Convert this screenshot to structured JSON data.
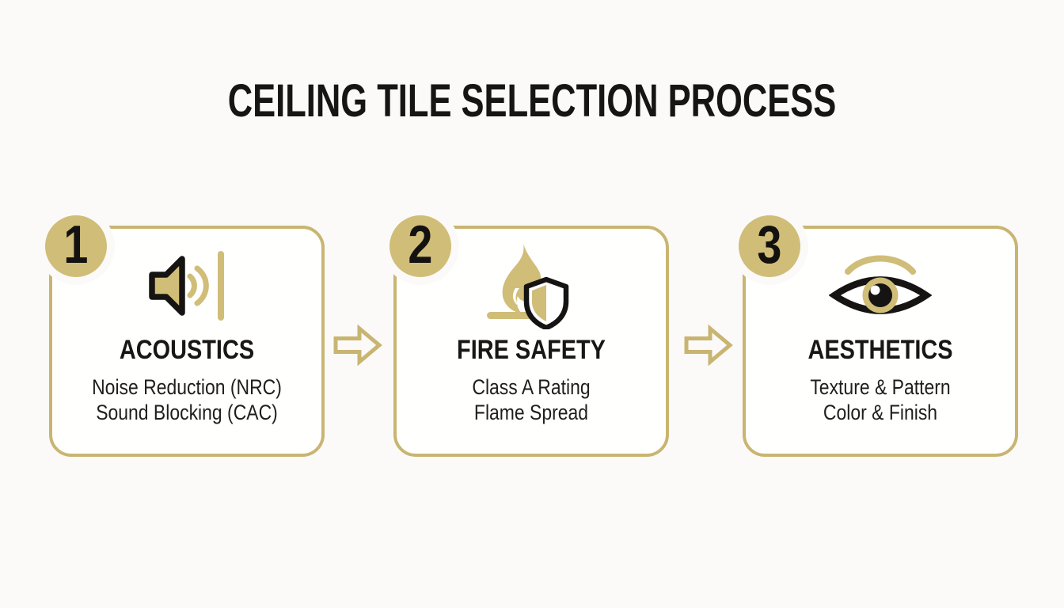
{
  "title": "CEILING TILE SELECTION PROCESS",
  "colors": {
    "gold": "#c9b572",
    "gold_fill": "#d0bd78",
    "ink": "#1b1a18",
    "background": "#fbfaf8",
    "box_fill": "#fffffe"
  },
  "steps": [
    {
      "number": "1",
      "title": "ACOUSTICS",
      "details": [
        "Noise Reduction (NRC)",
        "Sound Blocking (CAC)"
      ],
      "icon": "speaker-sound-waves-icon"
    },
    {
      "number": "2",
      "title": "FIRE SAFETY",
      "details": [
        "Class A Rating",
        "Flame Spread"
      ],
      "icon": "flame-shield-icon"
    },
    {
      "number": "3",
      "title": "AESTHETICS",
      "details": [
        "Texture & Pattern",
        "Color & Finish"
      ],
      "icon": "eye-icon"
    }
  ],
  "connectors": [
    "right-arrow",
    "right-arrow"
  ]
}
